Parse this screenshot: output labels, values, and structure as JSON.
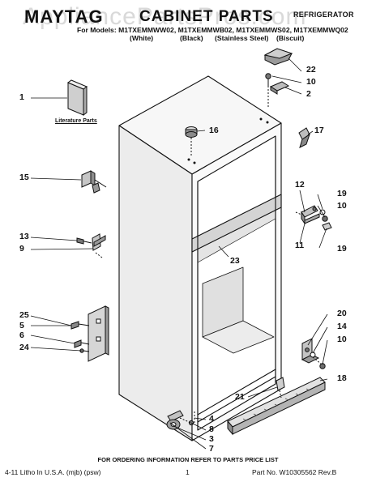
{
  "watermark": "AppliancePartsPros.com",
  "header": {
    "brand": "MAYTAG",
    "title": "CABINET PARTS",
    "product_type": "REFRIGERATOR",
    "models_line": "For Models: M1TXEMMWW02, M1TXEMMWB02, M1TXEMMWS02, M1TXEMMWQ02",
    "variants": [
      "(White)",
      "(Black)",
      "(Stainless Steel)",
      "(Biscuit)"
    ]
  },
  "literature_label": "Literature Parts",
  "callouts": {
    "c1": "1",
    "c2": "2",
    "c3": "3",
    "c4": "4",
    "c5": "5",
    "c6": "6",
    "c7": "7",
    "c8": "8",
    "c9": "9",
    "c10a": "10",
    "c10b": "10",
    "c10c": "10",
    "c11": "11",
    "c12": "12",
    "c13": "13",
    "c14": "14",
    "c15": "15",
    "c16": "16",
    "c17": "17",
    "c18": "18",
    "c19a": "19",
    "c19b": "19",
    "c20": "20",
    "c21": "21",
    "c22": "22",
    "c23": "23",
    "c24": "24",
    "c25": "25"
  },
  "footer": {
    "info": "FOR ORDERING INFORMATION REFER TO PARTS PRICE LIST",
    "left": "4-11 Litho In U.S.A. (mjb) (psw)",
    "page": "1",
    "part_number": "Part No. W10305562 Rev.B"
  }
}
